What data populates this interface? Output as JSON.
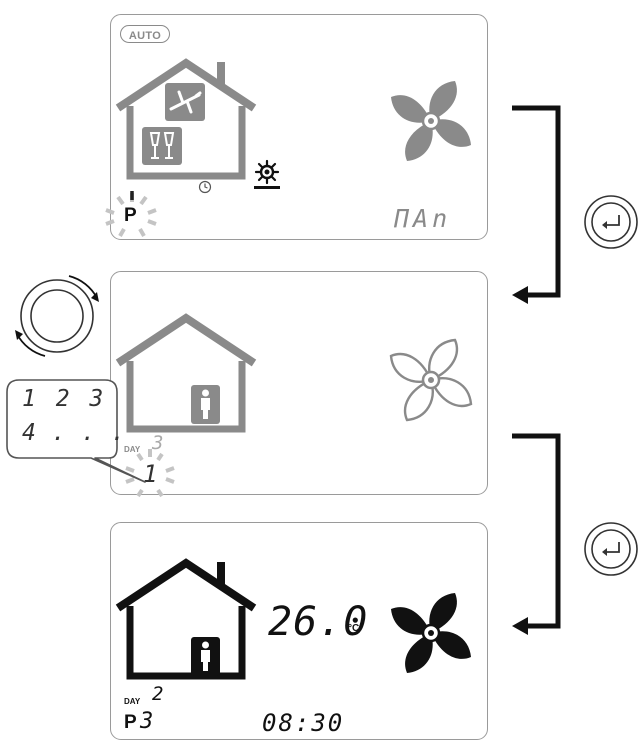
{
  "screen1": {
    "badge_label": "AUTO",
    "program_symbol": "P",
    "mode_text": "ΠAn",
    "colors": {
      "icons": "#8a8a8a",
      "blink": "#c4c4c4"
    }
  },
  "screen2": {
    "day_label": "DAY",
    "day_digit": "3",
    "blinking_digit": "1",
    "bubble_line1": "1 2 3",
    "bubble_line2": "4 . . .",
    "colors": {
      "icons": "#8a8a8a",
      "blink": "#c4c4c4"
    }
  },
  "screen3": {
    "temperature": "26.0",
    "temperature_unit": "°C",
    "day_label": "DAY",
    "day_digit": "2",
    "program_symbol": "P",
    "program_number": "3",
    "clock": "08:30",
    "colors": {
      "icons": "#111111"
    }
  },
  "controls": {
    "enter_icon": "enter-return-icon",
    "rotary_icon": "rotary-knob-icon"
  }
}
